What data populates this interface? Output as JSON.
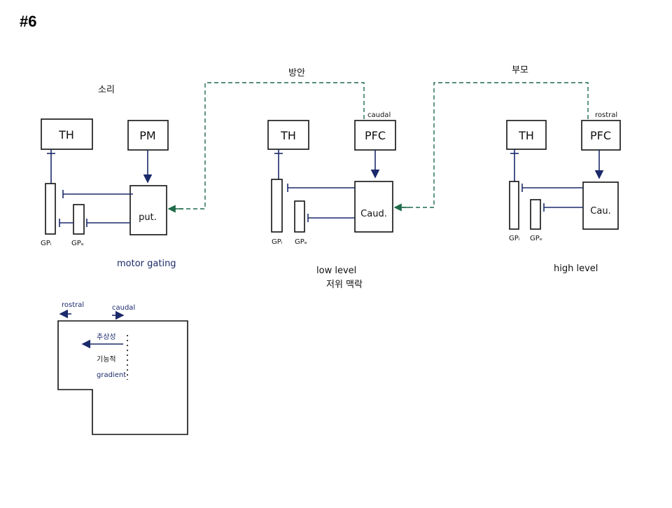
{
  "slide_number": "#6",
  "colors": {
    "ink": "#111111",
    "blue_ink": "#1b2a6b",
    "green_ink": "#1f6b4a"
  },
  "top_labels": {
    "left": "방안",
    "right": "부모"
  },
  "panels": [
    {
      "title": "소리",
      "th": "TH",
      "cortex": "PM",
      "cortex_tag": "",
      "striatum": "put.",
      "gpi": "GPᵢ",
      "gpe": "GPₑ",
      "caption": "motor gating",
      "caption2": ""
    },
    {
      "title": "",
      "th": "TH",
      "cortex": "PFC",
      "cortex_tag": "caudal",
      "striatum": "Caud.",
      "gpi": "GPᵢ",
      "gpe": "GPₑ",
      "caption": "low level",
      "caption2": "저위 맥락"
    },
    {
      "title": "",
      "th": "TH",
      "cortex": "PFC",
      "cortex_tag": "rostral",
      "striatum": "Cau.",
      "gpi": "GPᵢ",
      "gpe": "GPₑ",
      "caption": "high level",
      "caption2": ""
    }
  ],
  "gradient_panel": {
    "rostral": "rostral",
    "caudal": "caudal",
    "line1": "추상성",
    "line2": "기능적",
    "line3": "gradient"
  }
}
